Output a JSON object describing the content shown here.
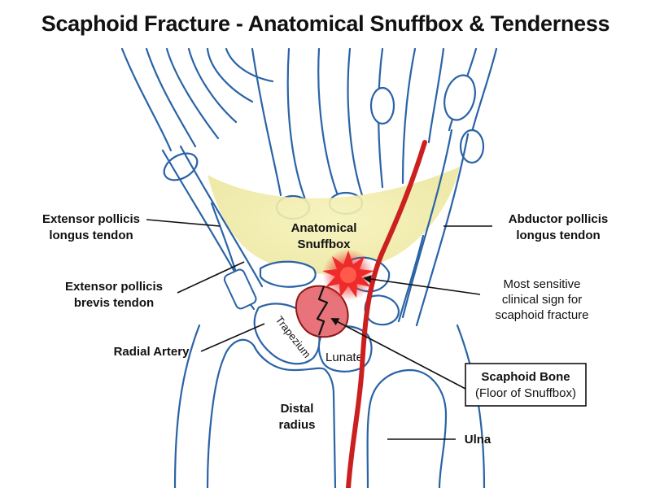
{
  "title": "Scaphoid Fracture - Anatomical Snuffbox & Tenderness",
  "labels": {
    "epl_1": "Extensor pollicis",
    "epl_2": "longus tendon",
    "epb_1": "Extensor pollicis",
    "epb_2": "brevis tendon",
    "radial_artery": "Radial Artery",
    "snuffbox_1": "Anatomical",
    "snuffbox_2": "Snuffbox",
    "apl_1": "Abductor pollicis",
    "apl_2": "longus tendon",
    "sign_1": "Most sensitive",
    "sign_2": "clinical sign for",
    "sign_3": "scaphoid fracture",
    "trapezium": "Trapezium",
    "lunate": "Lunate",
    "scaphoid_1": "Scaphoid Bone",
    "scaphoid_2": "(Floor of Snuffbox)",
    "distal_radius_1": "Distal",
    "distal_radius_2": "radius",
    "ulna": "Ulna"
  },
  "colors": {
    "bone_outline": "#2a63a6",
    "artery": "#cc1f1f",
    "snuffbox_highlight": "#f3f0b0",
    "scaphoid_fill": "#e8737a",
    "tenderness": "#e8202a"
  }
}
